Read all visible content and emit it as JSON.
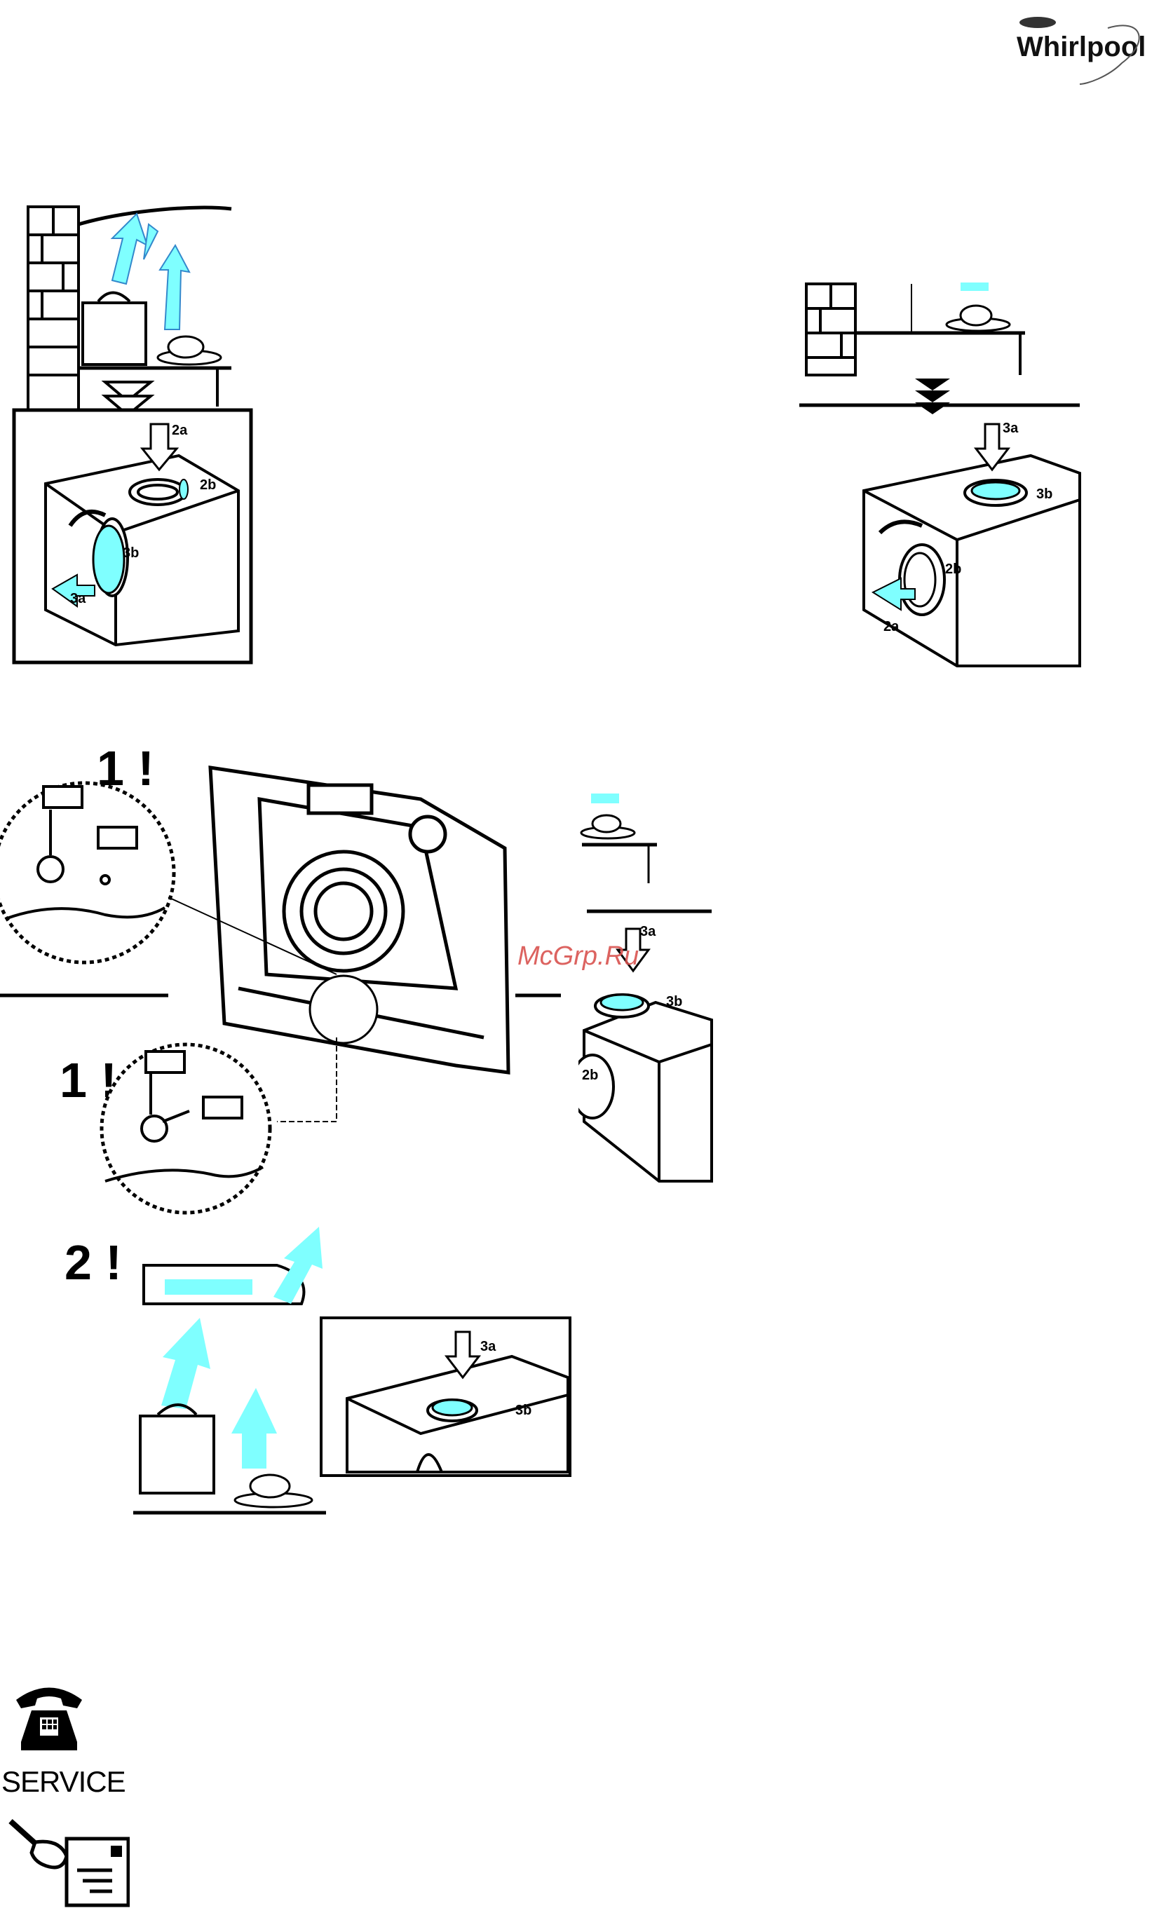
{
  "brand": {
    "name": "Whirlpool"
  },
  "watermark": "McGrp.Ru",
  "colors": {
    "accent_cyan": "#7fffff",
    "ink": "#000000"
  },
  "labels": {
    "l2a": "2a",
    "l2b": "2b",
    "l3a": "3a",
    "l3b": "3b"
  },
  "steps": {
    "one": "1 !",
    "two": "2 !"
  },
  "service": {
    "label": "SERVICE",
    "phone_icon": "telephone-icon",
    "mail_icon": "letter-hand-icon"
  }
}
